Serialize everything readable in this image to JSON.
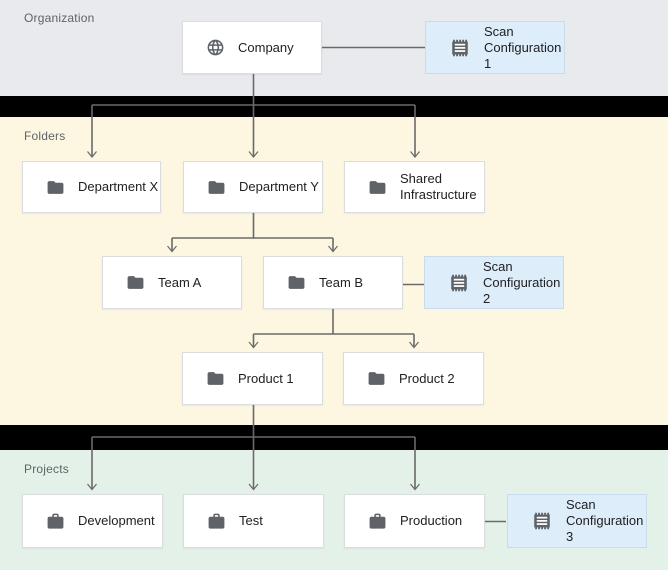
{
  "sections": {
    "organization": {
      "label": "Organization"
    },
    "folders": {
      "label": "Folders"
    },
    "projects": {
      "label": "Projects"
    }
  },
  "nodes": {
    "company": {
      "label": "Company",
      "icon": "globe-icon"
    },
    "scan1": {
      "label": "Scan Configuration 1",
      "icon": "receipt-icon"
    },
    "department_x": {
      "label": "Department X",
      "icon": "folder-icon"
    },
    "department_y": {
      "label": "Department Y",
      "icon": "folder-icon"
    },
    "shared_infrastructure": {
      "label": "Shared Infrastructure",
      "icon": "folder-icon"
    },
    "team_a": {
      "label": "Team A",
      "icon": "folder-icon"
    },
    "team_b": {
      "label": "Team B",
      "icon": "folder-icon"
    },
    "scan2": {
      "label": "Scan Configuration 2",
      "icon": "receipt-icon"
    },
    "product_1": {
      "label": "Product 1",
      "icon": "folder-icon"
    },
    "product_2": {
      "label": "Product 2",
      "icon": "folder-icon"
    },
    "development": {
      "label": "Development",
      "icon": "briefcase-icon"
    },
    "test": {
      "label": "Test",
      "icon": "briefcase-icon"
    },
    "production": {
      "label": "Production",
      "icon": "briefcase-icon"
    },
    "scan3": {
      "label": "Scan Configuration 3",
      "icon": "receipt-icon"
    }
  },
  "colors": {
    "organization_bg": "#e8eaed",
    "folders_bg": "#fdf7e2",
    "projects_bg": "#e4f1e9",
    "band": "#000000",
    "node_bg": "#ffffff",
    "node_border": "#dadce0",
    "scan_bg": "#ddedfa",
    "scan_border": "#c8dcee",
    "icon": "#5f6368",
    "node_text": "#202124",
    "label_text": "#5f6368",
    "connector": "#6a6a6a"
  }
}
